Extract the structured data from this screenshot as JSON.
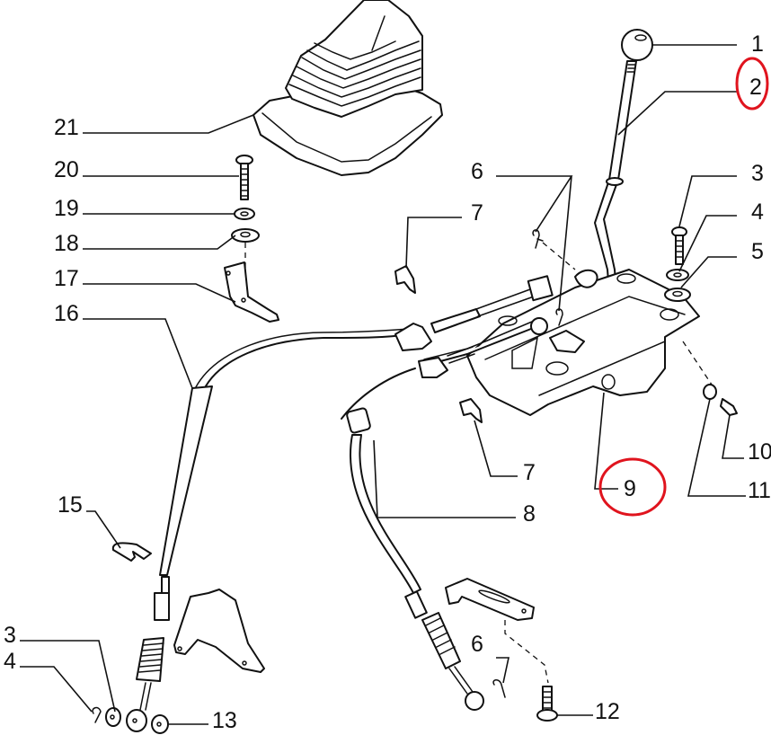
{
  "diagram": {
    "title": "Gear shift lever and selector cables exploded view",
    "highlight_color": "#e0141e",
    "callouts": [
      {
        "id": "c1",
        "label": "1",
        "part": "shift-knob"
      },
      {
        "id": "c2",
        "label": "2",
        "part": "shift-lever",
        "highlighted": true
      },
      {
        "id": "c3",
        "label": "3",
        "part": "screw"
      },
      {
        "id": "c4",
        "label": "4",
        "part": "washer"
      },
      {
        "id": "c5",
        "label": "5",
        "part": "bushing"
      },
      {
        "id": "c6a",
        "label": "6",
        "part": "spring-clip"
      },
      {
        "id": "c7a",
        "label": "7",
        "part": "retaining-clip"
      },
      {
        "id": "c7b",
        "label": "7",
        "part": "retaining-clip"
      },
      {
        "id": "c8",
        "label": "8",
        "part": "selector-cable"
      },
      {
        "id": "c9",
        "label": "9",
        "part": "shift-housing",
        "highlighted": true
      },
      {
        "id": "c10",
        "label": "10",
        "part": "bolt"
      },
      {
        "id": "c11",
        "label": "11",
        "part": "nut"
      },
      {
        "id": "c6b",
        "label": "6",
        "part": "spring-clip"
      },
      {
        "id": "c12",
        "label": "12",
        "part": "screw"
      },
      {
        "id": "c13",
        "label": "13",
        "part": "nut"
      },
      {
        "id": "c3b",
        "label": "3",
        "part": "washer"
      },
      {
        "id": "c4b",
        "label": "4",
        "part": "clip"
      },
      {
        "id": "c15",
        "label": "15",
        "part": "fork-clip"
      },
      {
        "id": "c16",
        "label": "16",
        "part": "engagement-cable"
      },
      {
        "id": "c17",
        "label": "17",
        "part": "bracket"
      },
      {
        "id": "c18",
        "label": "18",
        "part": "rubber-washer"
      },
      {
        "id": "c19",
        "label": "19",
        "part": "washer"
      },
      {
        "id": "c20",
        "label": "20",
        "part": "screw"
      },
      {
        "id": "c21",
        "label": "21",
        "part": "gaiter-boot"
      }
    ]
  }
}
